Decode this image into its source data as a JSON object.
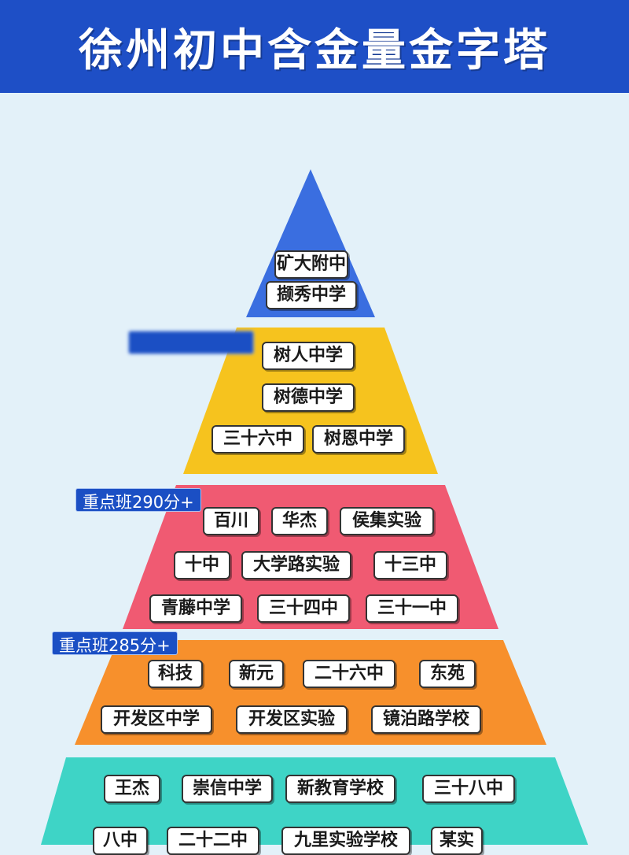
{
  "title": "徐州初中含金量金字塔",
  "colors": {
    "header": "#1e4fc6",
    "background": "#e3f1f9",
    "tier1": "#3a6ee0",
    "tier2": "#f6c31e",
    "tier3": "#f05a72",
    "tier4": "#f7902c",
    "tier5": "#3ed4c6"
  },
  "tiers": [
    {
      "tag": "",
      "schools": [
        "矿大附中",
        "撷秀中学"
      ]
    },
    {
      "tag": "",
      "schools": [
        "树人中学",
        "树德中学",
        "三十六中",
        "树恩中学"
      ]
    },
    {
      "tag": "重点班290分+",
      "schools": [
        "百川",
        "华杰",
        "侯集实验",
        "十中",
        "大学路实验",
        "十三中",
        "青藤中学",
        "三十四中",
        "三十一中"
      ]
    },
    {
      "tag": "重点班285分+",
      "schools": [
        "科技",
        "新元",
        "二十六中",
        "东苑",
        "开发区中学",
        "开发区实验",
        "镜泊路学校"
      ]
    },
    {
      "tag": "",
      "schools": [
        "王杰",
        "崇信中学",
        "新教育学校",
        "三十八中",
        "八中",
        "二十二中",
        "九里实验学校",
        "某实"
      ]
    }
  ]
}
